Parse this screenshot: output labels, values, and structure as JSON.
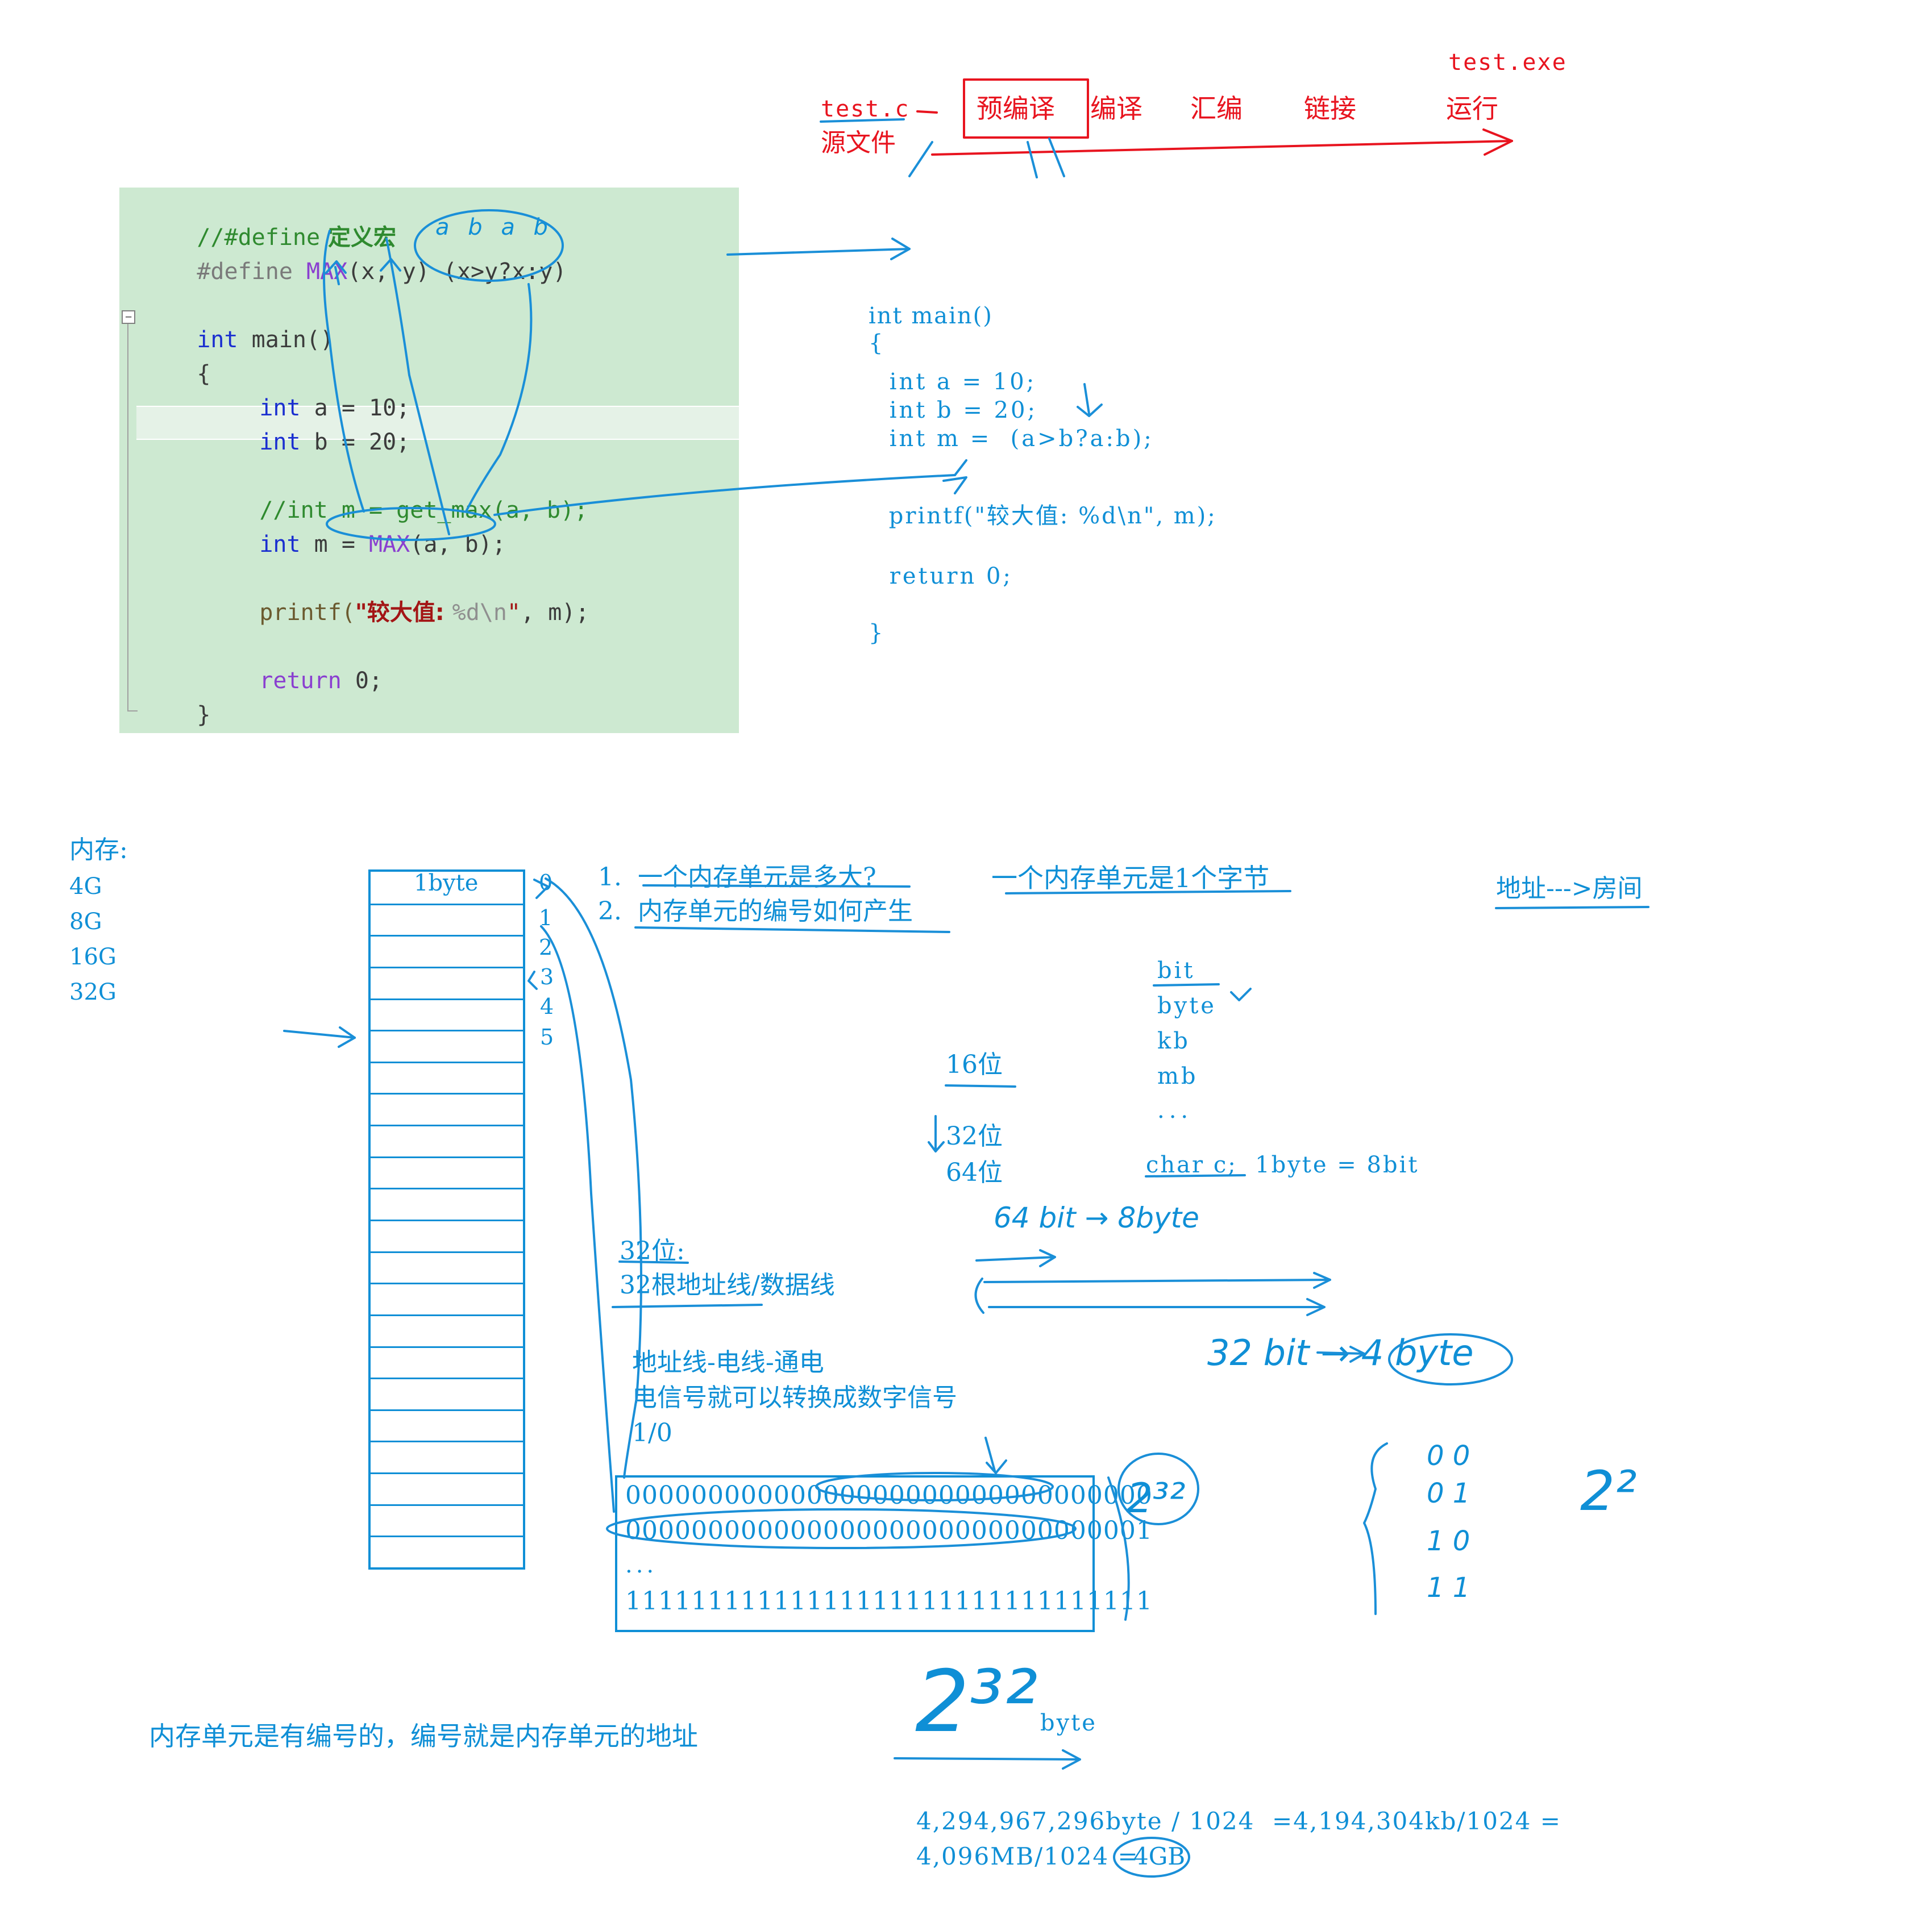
{
  "pipeline": {
    "output_file": "test.exe",
    "source_file": "test.c",
    "source_label": "源文件",
    "stages": [
      "预编译",
      "编译",
      "汇编",
      "链接",
      "运行"
    ]
  },
  "code_panel": {
    "lines": [
      {
        "comment": "//#define",
        "comment_cn": " 定义宏"
      },
      {
        "pp": "#define",
        "mac": "MAX",
        "rest": "(x, y) (x>y?x:y)"
      },
      {
        "kw": "int",
        "rest": " main()"
      },
      {
        "rest": "{"
      },
      {
        "kw": "int",
        "rest": " a = 10;"
      },
      {
        "kw": "int",
        "rest": " b = 20;"
      },
      {
        "comment": "//int m = get_max(a, b);"
      },
      {
        "kw": "int",
        "rest": " m = ",
        "mac": "MAX",
        "rest2": "(a, b);"
      },
      {
        "fn": "printf(",
        "str": "\"较大值: ",
        "fmt": "%d",
        "esc": "\\n",
        "str2": "\"",
        "rest": ", m);"
      },
      {
        "kw": "return",
        "rest": " 0;"
      },
      {
        "rest": "}"
      }
    ],
    "fold_symbol": "−",
    "handwritten_params": "a b a b"
  },
  "expanded_code": {
    "lines": [
      "int main()",
      "{",
      " int a = 10;",
      " int b = 20;",
      " int m =  (a>b?a:b);",
      " printf(\"较大值: %d\\n\", m);",
      " return 0;",
      "}"
    ]
  },
  "memory": {
    "title": "内存:",
    "sizes": [
      "4G",
      "8G",
      "16G",
      "32G"
    ],
    "cell_label": "1byte",
    "cell_indices": [
      "0",
      "1",
      "2",
      "3",
      "4",
      "5"
    ],
    "questions": [
      "1.  一个内存单元是多大?",
      "2.  内存单元的编号如何产生"
    ],
    "answer": "一个内存单元是1个字节",
    "address_room": "地址--->房间",
    "units": [
      "bit",
      "byte",
      "kb",
      "mb",
      "..."
    ],
    "char_line": "char c;  1byte = 8bit",
    "bits_list": [
      "16位",
      "32位",
      "64位"
    ],
    "note_32": [
      "32位:",
      "32根地址线/数据线"
    ],
    "wire_notes": [
      "地址线-电线-通电",
      "电信号就可以转换成数字信号",
      "1/0"
    ],
    "address_rows": [
      "00000000000000000000000000000000",
      "00000000000000000000000000000001",
      "...",
      "11111111111111111111111111111111"
    ],
    "summary": "内存单元是有编号的，编号就是内存单元的地址",
    "byte_label": "byte",
    "calc_line1": "4,294,967,296byte / 1024  =4,194,304kb/1024 =",
    "calc_line2": "4,096MB/1024 =",
    "calc_result": "4GB",
    "handwritten": {
      "bit64": "64 bit → 8byte",
      "bit32": "32 bit → 4 byte",
      "pow32": "2³²",
      "pow2": "2²",
      "pow_big": "2³²",
      "bits_table": [
        "0 0",
        "0 1",
        "1 0",
        "1 1"
      ]
    }
  },
  "colors": {
    "red": "#e8141f",
    "blue": "#0f8fd6",
    "code_bg": "#cde9d1",
    "keyword": "#1a2fd0",
    "comment": "#2f8a2f",
    "macro": "#8a3fd0",
    "string": "#a31515"
  }
}
